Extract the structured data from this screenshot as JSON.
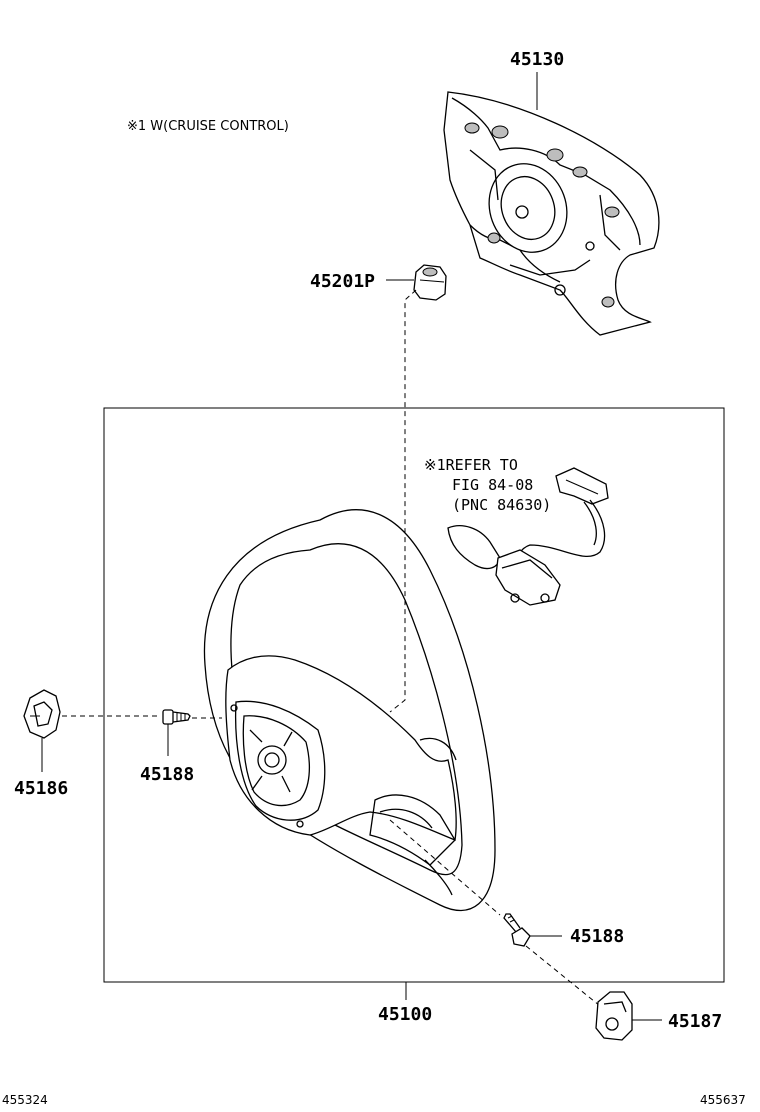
{
  "notes": {
    "cruise": "※1 W(CRUISE CONTROL)",
    "refer_line1": "※1REFER TO",
    "refer_line2": "FIG 84-08",
    "refer_line3": "(PNC 84630)"
  },
  "parts": {
    "p45130": "45130",
    "p45201p": "45201P",
    "p45186": "45186",
    "p45188_left": "45188",
    "p45188_right": "45188",
    "p45100": "45100",
    "p45187": "45187"
  },
  "footer": {
    "left_id": "455324",
    "right_id": "455637"
  }
}
